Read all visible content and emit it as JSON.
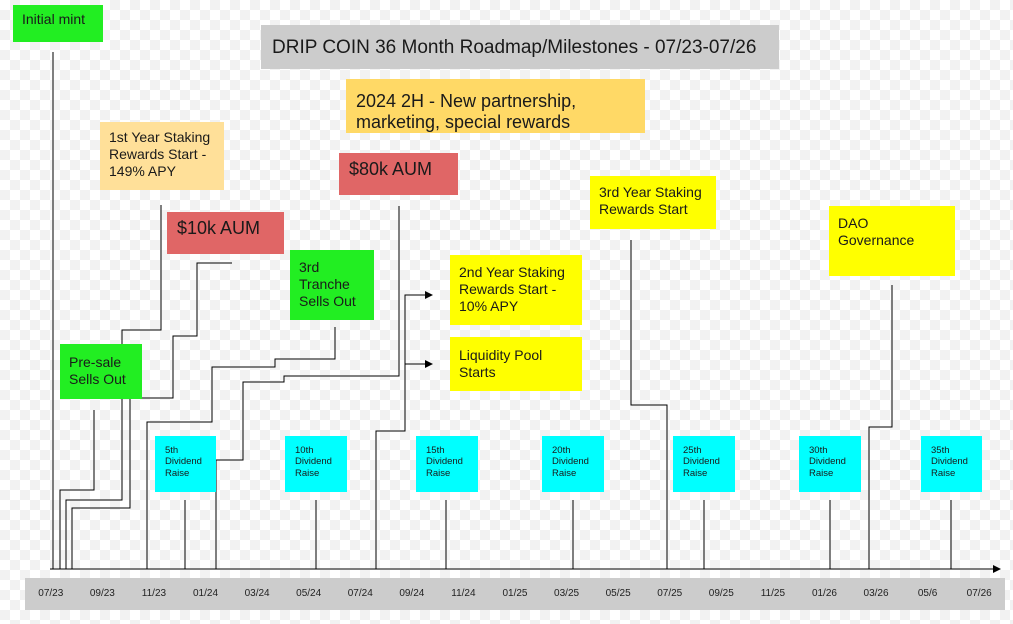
{
  "title": "DRIP COIN 36 Month Roadmap/Milestones - 07/23-07/26",
  "milestones": {
    "initial_mint": "Initial mint",
    "presale": "Pre-sale Sells Out",
    "staking_year1": "1st Year Staking Rewards Start - 149% APY",
    "aum_10k": "$10k AUM",
    "tranche3": "3rd Tranche Sells Out",
    "aum_80k": "$80k AUM",
    "h2_2024": "2024 2H - New partnership, marketing, special rewards",
    "staking_year2": "2nd Year Staking Rewards Start - 10% APY",
    "liquidity_pool": "Liquidity Pool Starts",
    "staking_year3": "3rd Year Staking Rewards Start",
    "dao": "DAO Governance"
  },
  "dividends": [
    "5th Dividend Raise",
    "10th Dividend Raise",
    "15th Dividend Raise",
    "20th Dividend Raise",
    "25th Dividend Raise",
    "30th Dividend Raise",
    "35th Dividend Raise"
  ],
  "axis_ticks": [
    "07/23",
    "09/23",
    "11/23",
    "01/24",
    "03/24",
    "05/24",
    "07/24",
    "09/24",
    "11/24",
    "01/25",
    "03/25",
    "05/25",
    "07/25",
    "09/25",
    "11/25",
    "01/26",
    "03/26",
    "05/6",
    "07/26"
  ],
  "colors": {
    "milestone_green": "#22ee22",
    "milestone_yellow": "#ffff00",
    "milestone_red": "#e06666",
    "milestone_peach": "#ffe099",
    "milestone_orange": "#ffd966",
    "dividend_cyan": "#00ffff",
    "title_gray": "#cccccc"
  }
}
